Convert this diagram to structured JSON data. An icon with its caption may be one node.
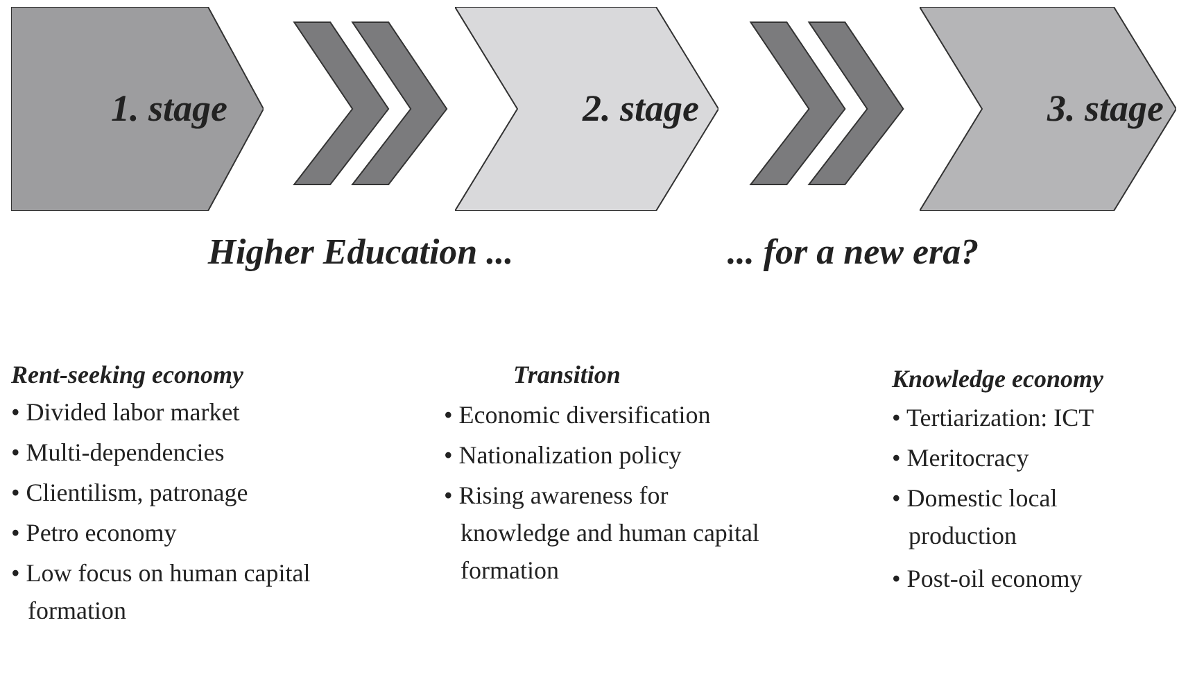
{
  "diagram": {
    "nodes": [
      {
        "text": [
          "1. stage"
        ]
      },
      {
        "text": [
          "2. stage"
        ]
      },
      {
        "text": [
          "3. stage"
        ]
      }
    ],
    "edges": [
      {
        "from": 0,
        "to": 1,
        "arrow": "to"
      },
      {
        "from": 1,
        "to": 2,
        "arrow": "to"
      }
    ],
    "labels": [
      "Higher Education ...",
      "... for a new era?",
      "Rent-seeking economy",
      "• Divided labor market",
      "• Multi-dependencies",
      "• Clientilism, patronage",
      "• Petro economy",
      "• Low focus on human capital formation",
      "Transition",
      "• Economic diversification",
      "• Nationalization policy",
      "• Rising awareness for knowledge and human capital formation",
      "Knowledge economy",
      "• Tertiarization: ICT",
      "• Meritocracy",
      "• Domestic local production",
      "• Post-oil economy"
    ]
  }
}
